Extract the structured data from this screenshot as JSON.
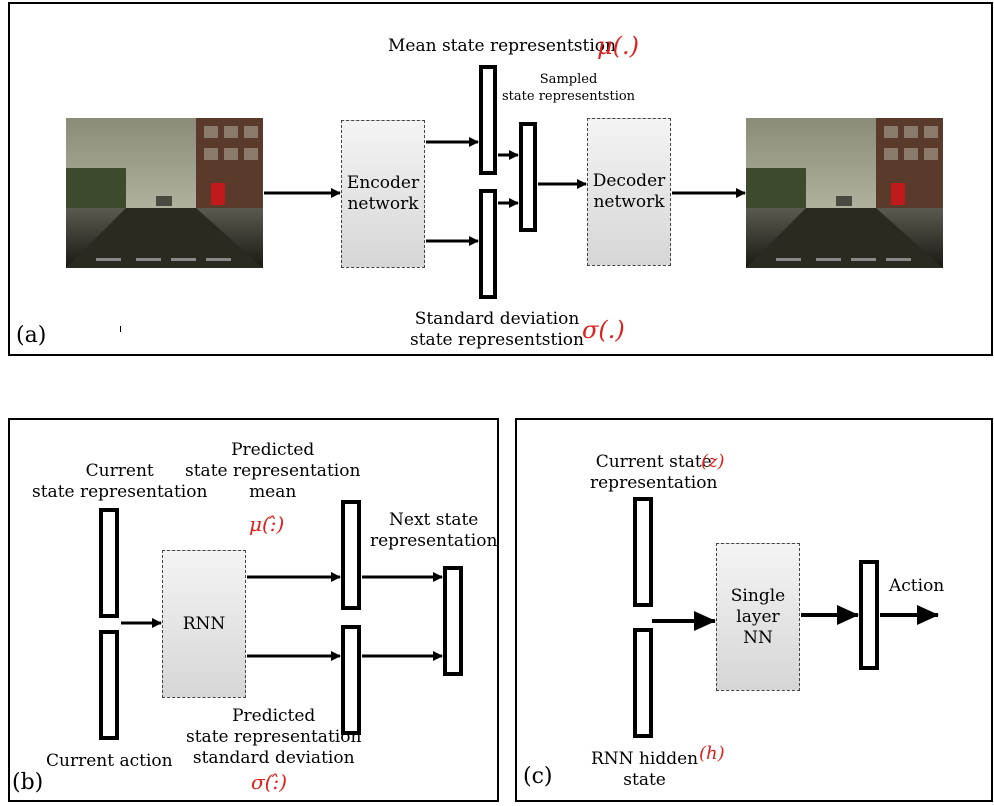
{
  "panel_a": {
    "tag": "(a)",
    "mean_label": "Mean state representstion",
    "mean_symbol": "μ(.)",
    "sampled_label_1": "Sampled",
    "sampled_label_2": "state representstion",
    "encoder_1": "Encoder",
    "encoder_2": "network",
    "decoder_1": "Decoder",
    "decoder_2": "network",
    "std_label_1": "Standard deviation",
    "std_label_2": "state representstion",
    "std_symbol": "σ(.)"
  },
  "panel_b": {
    "tag": "(b)",
    "current_state_1": "Current",
    "current_state_2": "state representation",
    "current_action": "Current action",
    "rnn": "RNN",
    "pred_mean_1": "Predicted",
    "pred_mean_2": "state representation",
    "pred_mean_3": "mean",
    "mean_symbol": "μ(:̂)",
    "next_state_1": "Next state",
    "next_state_2": "representation",
    "pred_std_1": "Predicted",
    "pred_std_2": "state representation",
    "pred_std_3": "standard deviation",
    "std_symbol": "σ(:̂)"
  },
  "panel_c": {
    "tag": "(c)",
    "current_state_1": "Current state",
    "current_state_2": "representation",
    "z_symbol": "(z)",
    "rnn_hidden_1": "RNN hidden",
    "rnn_hidden_2": "state",
    "h_symbol": "(h)",
    "nn_1": "Single",
    "nn_2": "layer",
    "nn_3": "NN",
    "action": "Action"
  }
}
